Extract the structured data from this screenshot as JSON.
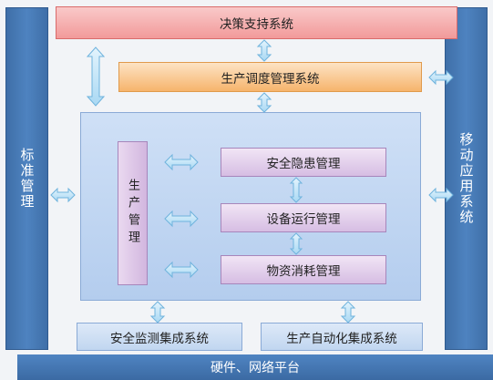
{
  "nodes": {
    "standard_mgmt": "标准管理",
    "mobile_apps": "移动应用系统",
    "decision_support": "决策支持系统",
    "production_dispatch": "生产调度管理系统",
    "production_mgmt": "生产管理",
    "safety_hazard": "安全隐患管理",
    "equipment_ops": "设备运行管理",
    "material_consumption": "物资消耗管理",
    "safety_monitoring": "安全监测集成系统",
    "production_automation": "生产自动化集成系统",
    "hardware_network": "硬件、网络平台"
  },
  "colors": {
    "side_blue": "#4e83c0",
    "arrow_fill": "#bfe3f7",
    "arrow_stroke": "#6fb3dd"
  }
}
